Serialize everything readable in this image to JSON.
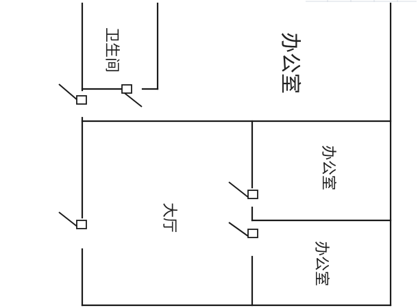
{
  "rooms": {
    "restroom": "卫生间",
    "office_large": "办公室",
    "office_middle": "办公室",
    "office_small": "办公室",
    "hall": "大厅"
  },
  "colors": {
    "wall": "#1a1a1a",
    "background": "#ffffff"
  }
}
